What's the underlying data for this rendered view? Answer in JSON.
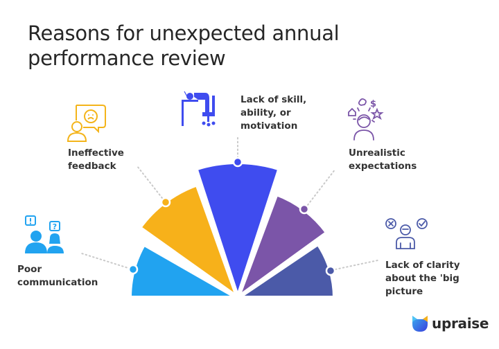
{
  "title": {
    "line1": "Reasons for unexpected annual",
    "line2": "performance review"
  },
  "reasons": [
    {
      "id": "poor-communication",
      "lines": [
        "Poor",
        "communication"
      ],
      "color": "#21a3f0",
      "icon": "people-speech-bubbles-icon"
    },
    {
      "id": "ineffective-feedback",
      "lines": [
        "Ineffective",
        "feedback"
      ],
      "color": "#f7b11a",
      "icon": "person-sad-face-bubble-icon"
    },
    {
      "id": "lack-of-skill",
      "lines": [
        "Lack of skill,",
        "ability, or",
        "motivation"
      ],
      "color": "#3f4cef",
      "icon": "tired-person-at-desk-icon"
    },
    {
      "id": "unrealistic-expectations",
      "lines": [
        "Unrealistic",
        "expectations"
      ],
      "color": "#7b55a8",
      "icon": "person-overwhelmed-icon"
    },
    {
      "id": "lack-of-clarity",
      "lines": [
        "Lack of clarity",
        "about the 'big",
        "picture"
      ],
      "color": "#4b5aa8",
      "icon": "person-confused-choices-icon"
    }
  ],
  "logo": {
    "text": "upraise"
  }
}
